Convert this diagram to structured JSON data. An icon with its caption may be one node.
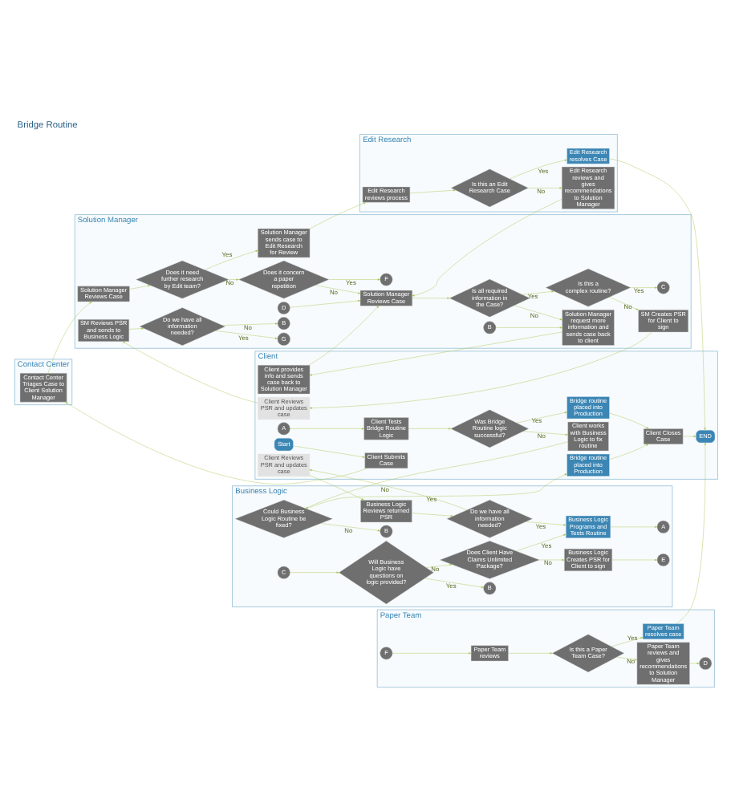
{
  "diagram": {
    "title": "Bridge Routine",
    "nodes": [
      {
        "text": [
          "Contact Center"
        ]
      },
      {
        "text": [
          "Edit Research"
        ]
      },
      {
        "text": [
          "Solution Manager"
        ]
      },
      {
        "text": [
          "Client"
        ]
      },
      {
        "text": [
          "Business Logic"
        ]
      },
      {
        "text": [
          "Paper Team"
        ]
      },
      {
        "text": [
          "Contact Center Triages Case to Client Solution Manager"
        ],
        "in": 0
      },
      {
        "text": [
          "Edit Research reviews process"
        ],
        "in": 1
      },
      {
        "text": [
          "Is this an Edit Research Case"
        ],
        "in": 1
      },
      {
        "text": [
          "Edit Research reviews and gives recommendations to Solution Manager"
        ],
        "in": 1
      },
      {
        "text": [
          "Edit Research resolves Case"
        ],
        "in": 1
      },
      {
        "text": [
          "Solution Manager Reviews Case"
        ],
        "in": 2
      },
      {
        "text": [
          "Does it need further research by Edit team?"
        ],
        "in": 2
      },
      {
        "text": [
          "Solution Manager sends case to Edit Research for Review"
        ],
        "in": 2
      },
      {
        "text": [
          "Solution Manager Reviews Case"
        ],
        "in": 2
      },
      {
        "text": [
          "Is all required information in the Case?"
        ],
        "in": 2
      },
      {
        "text": [
          "Is this a complex routine?"
        ],
        "in": 2
      },
      {
        "text": [
          "C"
        ],
        "in": 2
      },
      {
        "text": [
          "B"
        ],
        "in": 2
      },
      {
        "text": [
          "Solution Manager request more information and sends case back to client"
        ],
        "in": 2
      },
      {
        "text": [
          "D"
        ],
        "in": 2
      },
      {
        "text": [
          "B"
        ],
        "in": 2
      },
      {
        "text": [
          "Does it concern a paper repetition"
        ],
        "in": 2
      },
      {
        "text": [
          "F"
        ],
        "in": 2
      },
      {
        "text": [
          "SM Creates PSR for Client to sign"
        ],
        "in": 2
      },
      {
        "text": [
          "SM Reviews PSR and sends to Business Logic"
        ],
        "in": 2
      },
      {
        "text": [
          "Do we have all information needed?"
        ],
        "in": 2
      },
      {
        "text": [
          "G"
        ],
        "in": 2
      },
      {
        "text": [
          "Client Submits Case"
        ],
        "in": 3
      },
      {
        "text": [
          "Client Reviews PSR and updates case"
        ],
        "in": 3
      },
      {
        "text": [
          "Start"
        ],
        "in": 3
      },
      {
        "text": [
          "Client provides info and sends case back to Solution Manager"
        ],
        "in": 3
      },
      {
        "text": [
          "A"
        ],
        "in": 3
      },
      {
        "text": [
          "Client Tests Bridge Routine Logic"
        ],
        "in": 3
      },
      {
        "text": [
          "Was Bridge Routine logic successful?"
        ],
        "in": 3
      },
      {
        "text": [
          "Bridge routine placed into Production"
        ],
        "in": 3
      },
      {
        "text": [
          "Client Closes Case"
        ],
        "in": 3
      },
      {
        "text": [
          "END"
        ],
        "in": 3
      },
      {
        "text": [
          "Bridge routine placed into Production"
        ],
        "in": 3
      },
      {
        "text": [
          "Client works with Business Logic to fix routine"
        ],
        "in": 3
      },
      {
        "text": [
          "Client Reviews PSR and updates case"
        ],
        "in": 3
      },
      {
        "text": [
          "B"
        ],
        "in": 4
      },
      {
        "text": [
          "C"
        ],
        "in": 4
      },
      {
        "text": [
          "Will Business Logic have questions on logic provided?"
        ],
        "in": 4
      },
      {
        "text": [
          "Does Client Have Claims Unlimited Package?"
        ],
        "in": 4
      },
      {
        "text": [
          "E"
        ],
        "in": 4
      },
      {
        "text": [
          "Business Logic Creates PSR for Client to sign"
        ],
        "in": 4
      },
      {
        "text": [
          "Business Logic Reviews returned PSR"
        ],
        "in": 4
      },
      {
        "text": [
          "Do we have all information needed?"
        ],
        "in": 4
      },
      {
        "text": [
          "Business Logic Programs and Tests Routine"
        ],
        "in": 4
      },
      {
        "text": [
          "A"
        ],
        "in": 4
      },
      {
        "text": [
          "Could Business Logic Routine be fixed?"
        ],
        "in": 4
      },
      {
        "text": [
          "B"
        ],
        "in": 4
      },
      {
        "text": [
          "F"
        ],
        "in": 5
      },
      {
        "text": [
          "Paper Team reviews"
        ],
        "in": 5
      },
      {
        "text": [
          "Is this a Paper Team Case?"
        ],
        "in": 5
      },
      {
        "text": [
          "Paper Team resolves case"
        ],
        "in": 5
      },
      {
        "text": [
          "D"
        ],
        "in": 5
      },
      {
        "text": [
          "Paper Team reviews and gives recommendations to Solution Manager"
        ],
        "in": 5
      }
    ],
    "edges": [
      {
        "from": 30,
        "to": 28,
        "arrow": "to"
      },
      {
        "from": 28,
        "to": 6,
        "arrow": "to"
      },
      {
        "from": 6,
        "to": 11,
        "arrow": "to"
      },
      {
        "from": 11,
        "to": 12,
        "arrow": "to"
      },
      {
        "from": 12,
        "to": 13,
        "arrow": "to",
        "label": "Yes"
      },
      {
        "from": 12,
        "to": 22,
        "arrow": "to",
        "label": "No"
      },
      {
        "from": 13,
        "to": 7,
        "arrow": "to"
      },
      {
        "from": 7,
        "to": 8,
        "arrow": "to"
      },
      {
        "from": 8,
        "to": 10,
        "arrow": "to",
        "label": "Yes"
      },
      {
        "from": 8,
        "to": 9,
        "arrow": "to",
        "label": "No"
      },
      {
        "from": 9,
        "to": 14,
        "arrow": "to"
      },
      {
        "from": 22,
        "to": 14,
        "arrow": "to",
        "label": "No"
      },
      {
        "from": 22,
        "to": 23,
        "arrow": "to",
        "label": "Yes"
      },
      {
        "from": 20,
        "to": 14,
        "arrow": "to"
      },
      {
        "from": 14,
        "to": 15,
        "arrow": "to"
      },
      {
        "from": 15,
        "to": 16,
        "arrow": "to",
        "label": "Yes"
      },
      {
        "from": 15,
        "to": 19,
        "arrow": "to",
        "label": "No"
      },
      {
        "from": 16,
        "to": 17,
        "arrow": "to",
        "label": "Yes"
      },
      {
        "from": 16,
        "to": 24,
        "arrow": "to",
        "label": "No"
      },
      {
        "from": 18,
        "to": 19,
        "arrow": "to"
      },
      {
        "from": 19,
        "to": 31,
        "arrow": "to"
      },
      {
        "from": 31,
        "to": 14,
        "arrow": "to"
      },
      {
        "from": 24,
        "to": 29,
        "arrow": "to"
      },
      {
        "from": 29,
        "to": 25,
        "arrow": "to"
      },
      {
        "from": 25,
        "to": 26,
        "arrow": "to"
      },
      {
        "from": 26,
        "to": 27,
        "arrow": "to",
        "label": "Yes"
      },
      {
        "from": 26,
        "to": 21,
        "arrow": "to",
        "label": "No"
      },
      {
        "from": 10,
        "to": 37,
        "arrow": "to"
      },
      {
        "from": 32,
        "to": 33,
        "arrow": "to"
      },
      {
        "from": 33,
        "to": 34,
        "arrow": "to"
      },
      {
        "from": 34,
        "to": 35,
        "arrow": "to",
        "label": "Yes"
      },
      {
        "from": 34,
        "to": 39,
        "arrow": "to",
        "label": "No"
      },
      {
        "from": 35,
        "to": 36,
        "arrow": "to"
      },
      {
        "from": 36,
        "to": 37,
        "arrow": "to"
      },
      {
        "from": 38,
        "to": 36,
        "arrow": "to"
      },
      {
        "from": 39,
        "to": 51,
        "arrow": "to"
      },
      {
        "from": 51,
        "to": 38,
        "arrow": "to",
        "label": "Yes"
      },
      {
        "from": 51,
        "to": 52,
        "arrow": "to",
        "label": "No"
      },
      {
        "from": 42,
        "to": 43,
        "arrow": "to"
      },
      {
        "from": 43,
        "to": 41,
        "arrow": "to",
        "label": "Yes"
      },
      {
        "from": 43,
        "to": 44,
        "arrow": "to",
        "label": "No"
      },
      {
        "from": 44,
        "to": 46,
        "arrow": "to",
        "label": "No"
      },
      {
        "from": 44,
        "to": 49,
        "arrow": "to",
        "label": "Yes"
      },
      {
        "from": 46,
        "to": 45,
        "arrow": "to"
      },
      {
        "from": 40,
        "to": 47,
        "arrow": "to"
      },
      {
        "from": 47,
        "to": 48,
        "arrow": "to"
      },
      {
        "from": 48,
        "to": 40,
        "arrow": "to",
        "label": "No"
      },
      {
        "from": 48,
        "to": 49,
        "arrow": "to",
        "label": "Yes"
      },
      {
        "from": 49,
        "to": 50,
        "arrow": "to"
      },
      {
        "from": 53,
        "to": 54,
        "arrow": "to"
      },
      {
        "from": 54,
        "to": 55,
        "arrow": "to"
      },
      {
        "from": 55,
        "to": 56,
        "arrow": "to",
        "label": "Yes"
      },
      {
        "from": 55,
        "to": 58,
        "arrow": "to",
        "label": "No"
      },
      {
        "from": 58,
        "to": 57,
        "arrow": "to"
      },
      {
        "from": 56,
        "to": 37,
        "arrow": "to"
      }
    ]
  }
}
